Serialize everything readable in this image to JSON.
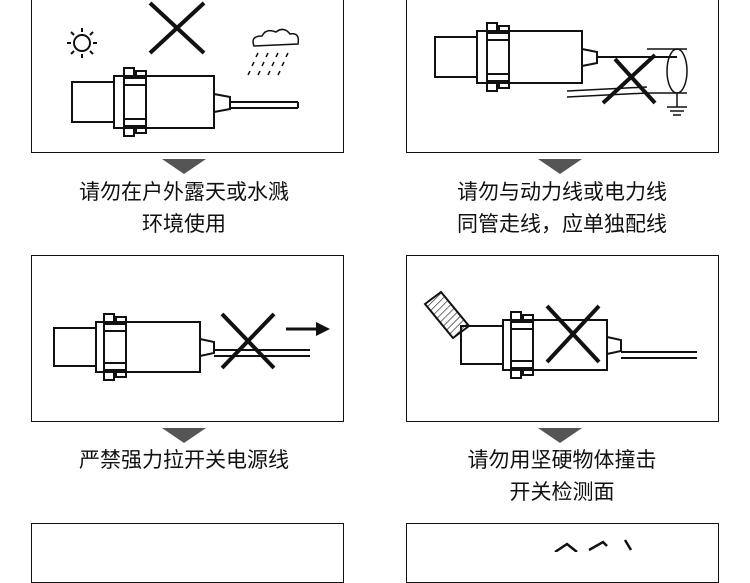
{
  "warnings": [
    {
      "lines": [
        "请勿在户外露天或水溅",
        "环境使用"
      ]
    },
    {
      "lines": [
        "请勿与动力线或电力线",
        "同管走线，应单独配线"
      ]
    },
    {
      "lines": [
        "严禁强力拉开关电源线"
      ]
    },
    {
      "lines": [
        "请勿用坚硬物体撞击",
        "开关检测面"
      ]
    }
  ],
  "colors": {
    "arrow": "#555555",
    "line": "#111111"
  }
}
